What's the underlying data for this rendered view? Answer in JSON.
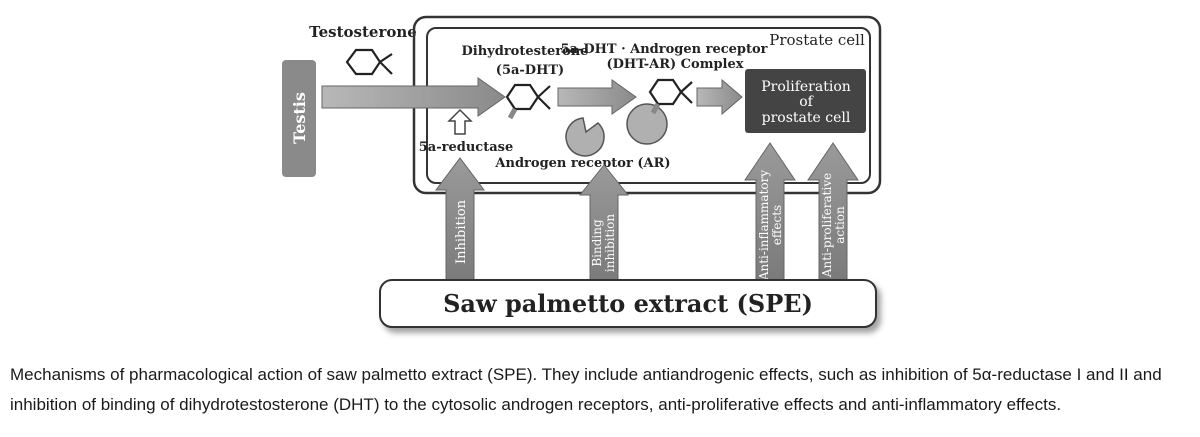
{
  "diagram": {
    "testis_label": "Testis",
    "testosterone_label": "Testosterone",
    "dht_label_line1": "Dihydrotesterone",
    "dht_label_line2": "(5a-DHT)",
    "complex_label_line1": "5a-DHT · Androgen receptor",
    "complex_label_line2": "(DHT-AR) Complex",
    "prostate_cell_label": "Prostate cell",
    "proliferation_line1": "Proliferation",
    "proliferation_line2": "of",
    "proliferation_line3": "prostate cell",
    "reductase_label": "5a-reductase",
    "androgen_receptor_label": "Androgen receptor (AR)",
    "inhibition_label": "Inhibition",
    "binding_inhibition_line1": "Binding",
    "binding_inhibition_line2": "inhibition",
    "anti_inflammatory_line1": "Anti-inflammatory",
    "anti_inflammatory_line2": "effects",
    "anti_proliferative_line1": "Anti-proliferative",
    "anti_proliferative_line2": "action",
    "spe_label": "Saw palmetto extract (SPE)"
  },
  "caption": {
    "text": "Mechanisms of pharmacological action of saw palmetto extract (SPE). They include antiandrogenic effects, such as inhibition of 5α-reductase I and II and inhibition of binding of dihydrotestosterone (DHT) to the cytosolic androgen receptors, anti-proliferative effects and anti-inflammatory effects."
  },
  "colors": {
    "arrow_gray": "#8c8c8c",
    "dark_box": "#444444",
    "testis_box": "#8a8a8a",
    "outline": "#333333"
  }
}
